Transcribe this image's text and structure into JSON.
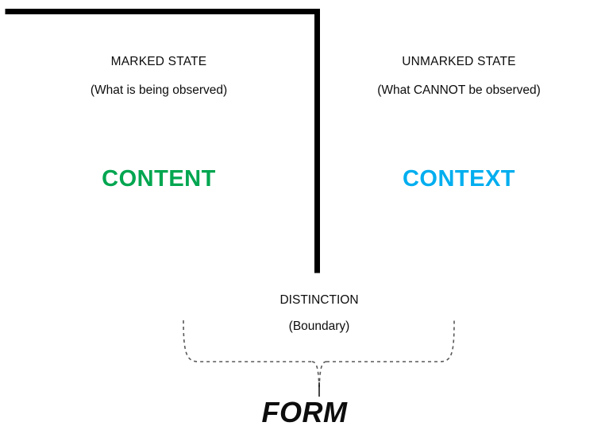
{
  "diagram": {
    "title": "Form / Distinction diagram",
    "background_color": "#ffffff",
    "mark_color": "#000000",
    "brace_color": "#595959"
  },
  "marked_side": {
    "state_label": "MARKED STATE",
    "description": "(What is being observed)",
    "big_word": "CONTENT",
    "big_word_color": "#00a650"
  },
  "unmarked_side": {
    "state_label": "UNMARKED STATE",
    "description": "(What CANNOT be observed)",
    "big_word": "CONTEXT",
    "big_word_color": "#00aeef"
  },
  "boundary": {
    "label": "DISTINCTION",
    "sub_label": "(Boundary)",
    "whole_label": "FORM"
  }
}
